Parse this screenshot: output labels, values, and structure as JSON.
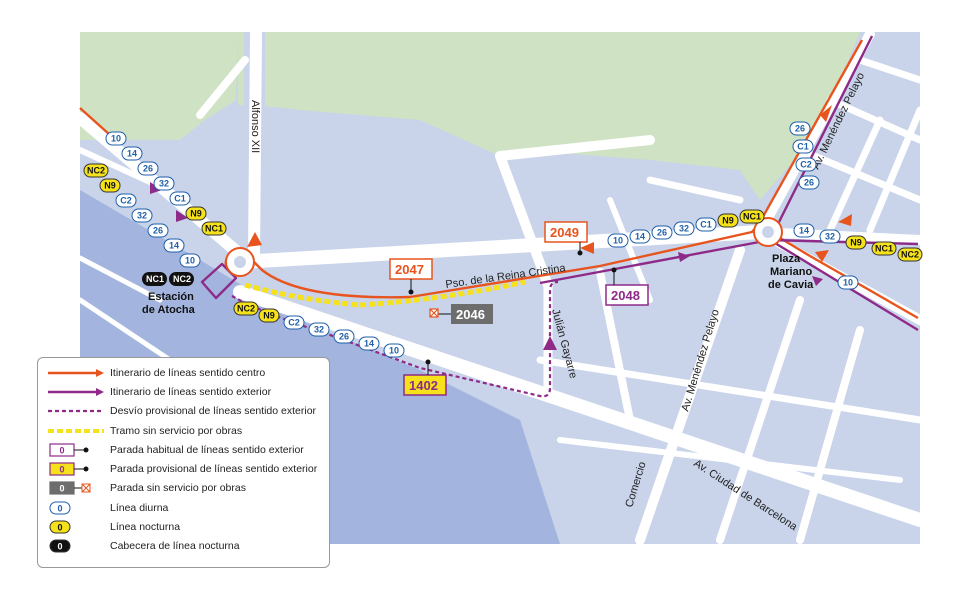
{
  "colors": {
    "centro": "#e8541e",
    "exterior": "#8e2a88",
    "diurna": "#1f5fa8",
    "nocturna": "#f5e21a",
    "block": "#c9d4ea",
    "water": "#a3b5de",
    "park": "#cfe2c3",
    "closed": "#6d6d6d"
  },
  "streets": {
    "alfonso": "Alfonso XII",
    "reina": "Pso. de la Reina Cristina",
    "gayarre": "Julián Gayarre",
    "menendez_top": "Av. Menéndez Pelayo",
    "menendez_mid": "Av. Menéndez Pelayo",
    "comercio": "Comercio",
    "barcelona": "Av. Ciudad de Barcelona"
  },
  "places": {
    "atocha_1": "Estación",
    "atocha_2": "de Atocha",
    "cavia_1": "Plaza",
    "cavia_2": "Mariano",
    "cavia_3": "de Cavia"
  },
  "stops": {
    "s2047": "2047",
    "s2049": "2049",
    "s2048": "2048",
    "s2046": "2046",
    "s1402": "1402"
  },
  "lines": {
    "atocha_head": [
      "NC1",
      "NC2"
    ],
    "atocha_top_stack": [
      "10",
      "14",
      "26",
      "32",
      "C1",
      "N9",
      "NC1"
    ],
    "atocha_left_stack": [
      "NC2",
      "N9",
      "C2",
      "32",
      "26",
      "14",
      "10"
    ],
    "atocha_bottom": [
      "NC2",
      "N9",
      "C2",
      "32",
      "26",
      "14",
      "10"
    ],
    "reina_row": [
      "10",
      "14",
      "26",
      "32",
      "C1",
      "N9",
      "NC1"
    ],
    "cavia_top": [
      "26",
      "C1",
      "C2",
      "26"
    ],
    "cavia_right": [
      "14",
      "32",
      "N9",
      "NC1",
      "NC2"
    ],
    "cavia_right_bottom": [
      "10"
    ]
  },
  "legend": [
    {
      "kind": "arrow-centro",
      "text": "Itinerario de líneas sentido centro"
    },
    {
      "kind": "arrow-exterior",
      "text": "Itinerario de líneas sentido exterior"
    },
    {
      "kind": "dash-exterior",
      "text": "Desvío provisional de líneas sentido exterior"
    },
    {
      "kind": "dash-closed",
      "text": "Tramo sin servicio por obras"
    },
    {
      "kind": "stop-habitual",
      "text": "Parada habitual de líneas sentido exterior",
      "label": "0"
    },
    {
      "kind": "stop-provisional",
      "text": "Parada provisional de líneas sentido exterior",
      "label": "0"
    },
    {
      "kind": "stop-closed",
      "text": "Parada sin servicio por obras",
      "label": "0"
    },
    {
      "kind": "pill-diurna",
      "text": "Línea diurna",
      "label": "0"
    },
    {
      "kind": "pill-nocturna",
      "text": "Línea nocturna",
      "label": "0"
    },
    {
      "kind": "pill-cabecera",
      "text": "Cabecera de línea nocturna",
      "label": "0"
    }
  ]
}
